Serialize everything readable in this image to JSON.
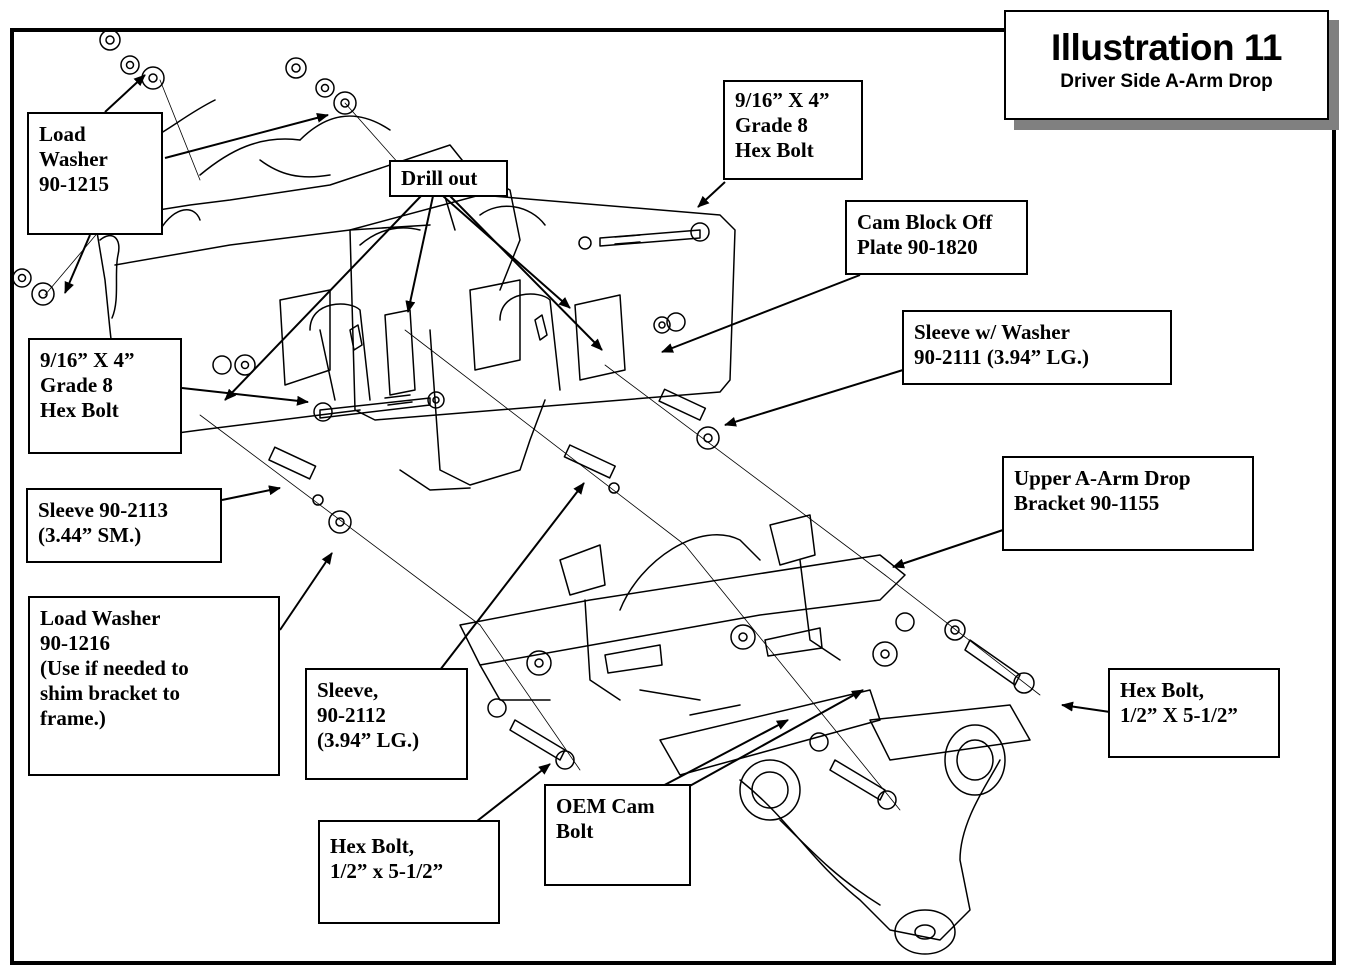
{
  "title": {
    "main": "Illustration 11",
    "sub": "Driver Side A-Arm Drop"
  },
  "callouts": {
    "load_washer_1215": "Load\nWasher\n 90-1215",
    "drill_out": "Drill out",
    "hex_bolt_top": "9/16” X 4”\nGrade 8\nHex Bolt",
    "cam_block_off_plate": "Cam Block Off\nPlate  90-1820",
    "sleeve_w_washer": "Sleeve w/ Washer\n90-2111 (3.94” LG.)",
    "hex_bolt_left": "9/16” X 4”\nGrade 8\nHex Bolt",
    "upper_a_arm_drop_bracket": "Upper A-Arm Drop\nBracket 90-1155",
    "sleeve_2113": "Sleeve 90-2113\n(3.44” SM.)",
    "load_washer_1216": "Load Washer\n 90-1216\n(Use if needed to\nshim bracket to\nframe.)",
    "sleeve_2112": "Sleeve,\n90-2112\n(3.94” LG.)",
    "hex_bolt_right": "Hex Bolt,\n1/2” X 5-1/2”",
    "oem_cam_bolt": "OEM Cam\nBolt",
    "hex_bolt_bottom": "Hex Bolt,\n1/2” x 5-1/2”"
  }
}
